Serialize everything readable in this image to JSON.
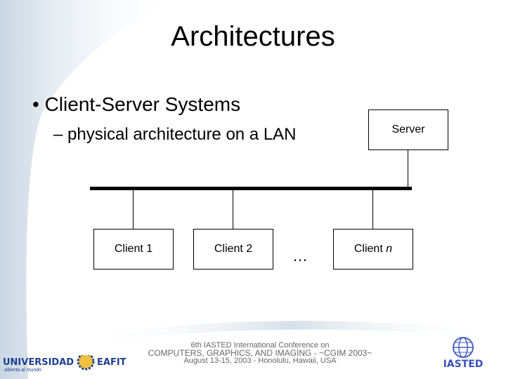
{
  "title": "Architectures",
  "bullets": [
    "• Client-Server Systems",
    "– physical architecture on a LAN"
  ],
  "diagram": {
    "server": "Server",
    "clients": [
      "Client 1",
      "Client 2",
      "Client "
    ],
    "client_n_italic": "n",
    "ellipsis": "…"
  },
  "footer": {
    "line1": "6th IASTED International Conference on",
    "line2": "COMPUTERS, GRAPHICS, AND IMAGING - ~CGIM 2003~",
    "line3": "August 13-15, 2003 - Honolulu, Hawaii, USA",
    "left_logo": "UNIVERSIDAD EAFIT",
    "left_logo_tagline": "Abierta al mundo",
    "right_logo": "IASTED"
  }
}
